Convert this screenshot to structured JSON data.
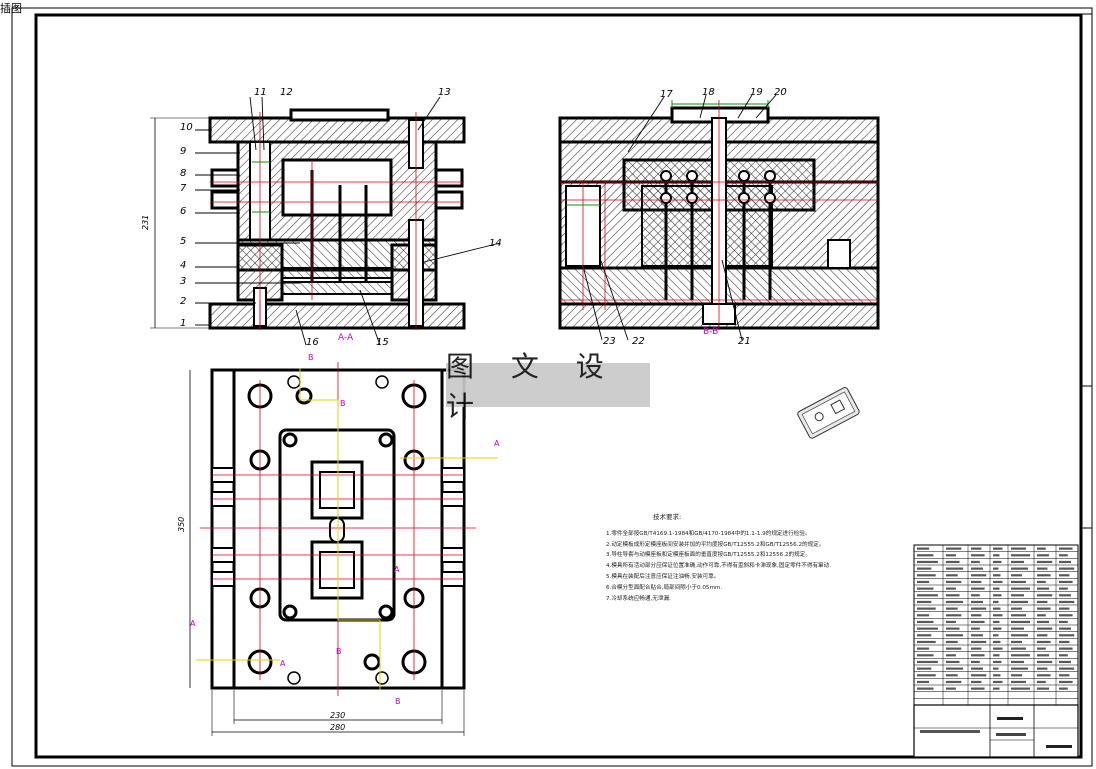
{
  "corner_label": "插图",
  "watermark": "图 文 设 计",
  "section_labels": {
    "a": "A-A",
    "b": "B-B"
  },
  "part_numbers": [
    "1",
    "2",
    "3",
    "4",
    "5",
    "6",
    "7",
    "8",
    "9",
    "10",
    "11",
    "12",
    "13",
    "14",
    "15",
    "16",
    "17",
    "18",
    "19",
    "20",
    "21",
    "22",
    "23"
  ],
  "dimensions": {
    "height_left": "231",
    "height_plan": "350",
    "width_inner": "230",
    "width_outer": "280"
  },
  "plan_marks": [
    "A",
    "A",
    "A",
    "A",
    "B",
    "B",
    "B",
    "B"
  ],
  "technical_requirements": {
    "title": "技术要求:",
    "lines": [
      "1.零件全部按GB/T4169.1-1984和GB/4170-1984中的1.1-1.9的规定进行检验。",
      "2.动定模板成形定模座板间安装并加的平均度按GB/T12555.2和GB/T12556.2的规定。",
      "3.导柱导套与动模座板和定模座板面的垂直度按GB/T12555.2和12556.2的规定。",
      "4.模具所有活动部分应保证位置准确,动作可靠,不得有歪斜和卡滞现象,固定零件不得有窜动.",
      "5.模具在装配后注意应保证注油畅,安装可靠。",
      "6.合模分型面配合贴合,局部间隙小于0.05mm.",
      "7.冷却系统应畅通,无泄漏."
    ]
  },
  "colors": {
    "line": "#000000",
    "hatch": "#3a3a3a",
    "center": "#d8001a",
    "magenta": "#cc00cc",
    "green": "#009900",
    "yellow": "#e6d200"
  }
}
